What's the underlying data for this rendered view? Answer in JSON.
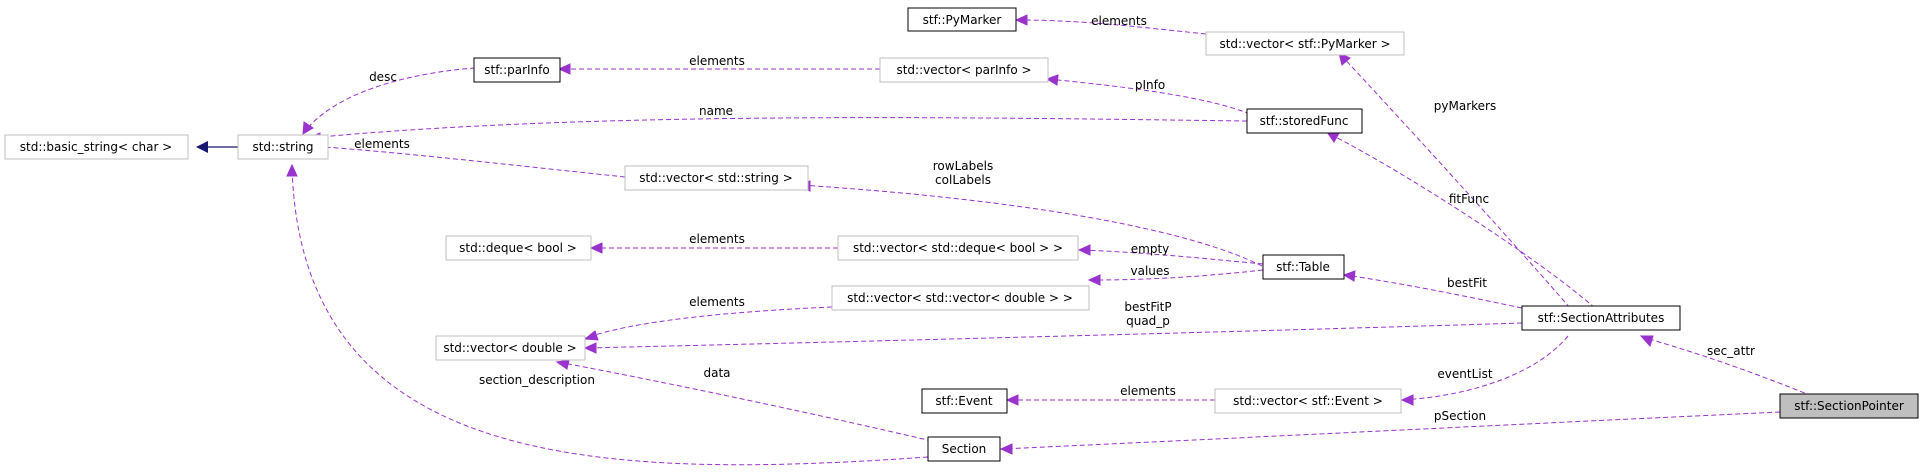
{
  "colors": {
    "usage_edge": "#9a32cd",
    "inherit_edge": "#191970",
    "normal_border": "#000000",
    "external_border": "#bfbfbf",
    "highlight_fill": "#bfbfbf"
  },
  "nodes": {
    "py_marker": "stf::PyMarker",
    "vec_py_marker": "std::vector< stf::PyMarker >",
    "par_info": "stf::parInfo",
    "vec_par_info": "std::vector< parInfo >",
    "stored_func": "stf::storedFunc",
    "basic_string": "std::basic_string< char >",
    "string": "std::string",
    "vec_string": "std::vector< std::string >",
    "deque_bool": "std::deque< bool >",
    "vec_deque_bool": "std::vector< std::deque< bool > >",
    "table": "stf::Table",
    "vec_vec_double": "std::vector< std::vector< double > >",
    "section_attributes": "stf::SectionAttributes",
    "vec_double": "std::vector< double >",
    "event": "stf::Event",
    "vec_event": "std::vector< stf::Event >",
    "section_pointer": "stf::SectionPointer",
    "section": "Section"
  },
  "edge_labels": {
    "elements_pymarker": "elements",
    "elements_parinfo": "elements",
    "desc": "desc",
    "pinfo": "pInfo",
    "pymarkers": "pyMarkers",
    "name": "name",
    "elements_string": "elements",
    "row_labels": "rowLabels",
    "col_labels": "colLabels",
    "fit_func": "fitFunc",
    "elements_deque": "elements",
    "empty": "empty",
    "values": "values",
    "elements_double": "elements",
    "best_fit": "bestFit",
    "best_fit_p": "bestFitP",
    "quad_p": "quad_p",
    "data": "data",
    "section_description": "section_description",
    "elements_event": "elements",
    "event_list": "eventList",
    "sec_attr": "sec_attr",
    "p_section": "pSection"
  }
}
